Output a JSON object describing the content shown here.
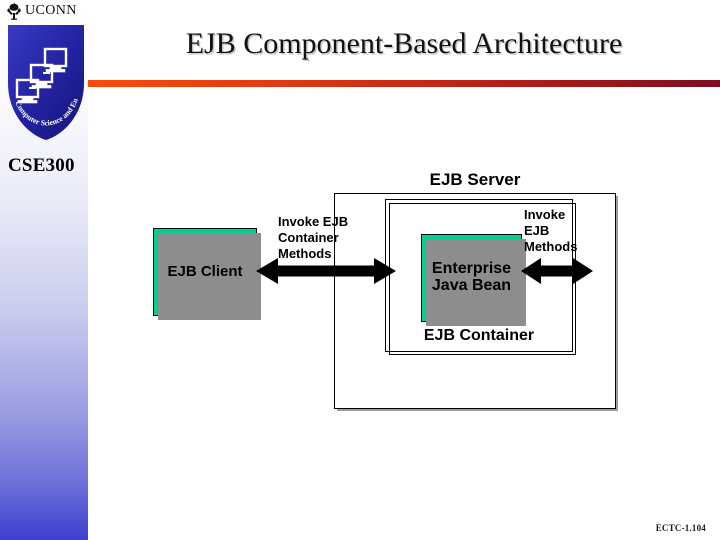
{
  "slide": {
    "title": "EJB Component-Based Architecture",
    "course_code": "CSE300",
    "footer_code": "ECTC-1.104"
  },
  "branding": {
    "university_wordmark": "UCONN",
    "logo_icon": "uconn-oak-tree-icon",
    "shield_icon": "cse-shield-logo",
    "shield_caption": "Computer Science and Engineering",
    "shield_color": "#2222a0",
    "rule_gradient_start": "#f94d0c",
    "rule_gradient_end": "#7c0d20"
  },
  "diagram": {
    "server_label": "EJB Server",
    "container_label": "EJB Container",
    "client_label": "EJB Client",
    "bean_label": "Enterprise\nJava Bean",
    "arrow_label_left": "Invoke EJB\nContainer\nMethods",
    "arrow_label_right": "Invoke\nEJB\nMethods",
    "box_fill_color": "#06cc92",
    "box_shadow_color": "#8d8d8d",
    "arrow_color": "#000000"
  }
}
